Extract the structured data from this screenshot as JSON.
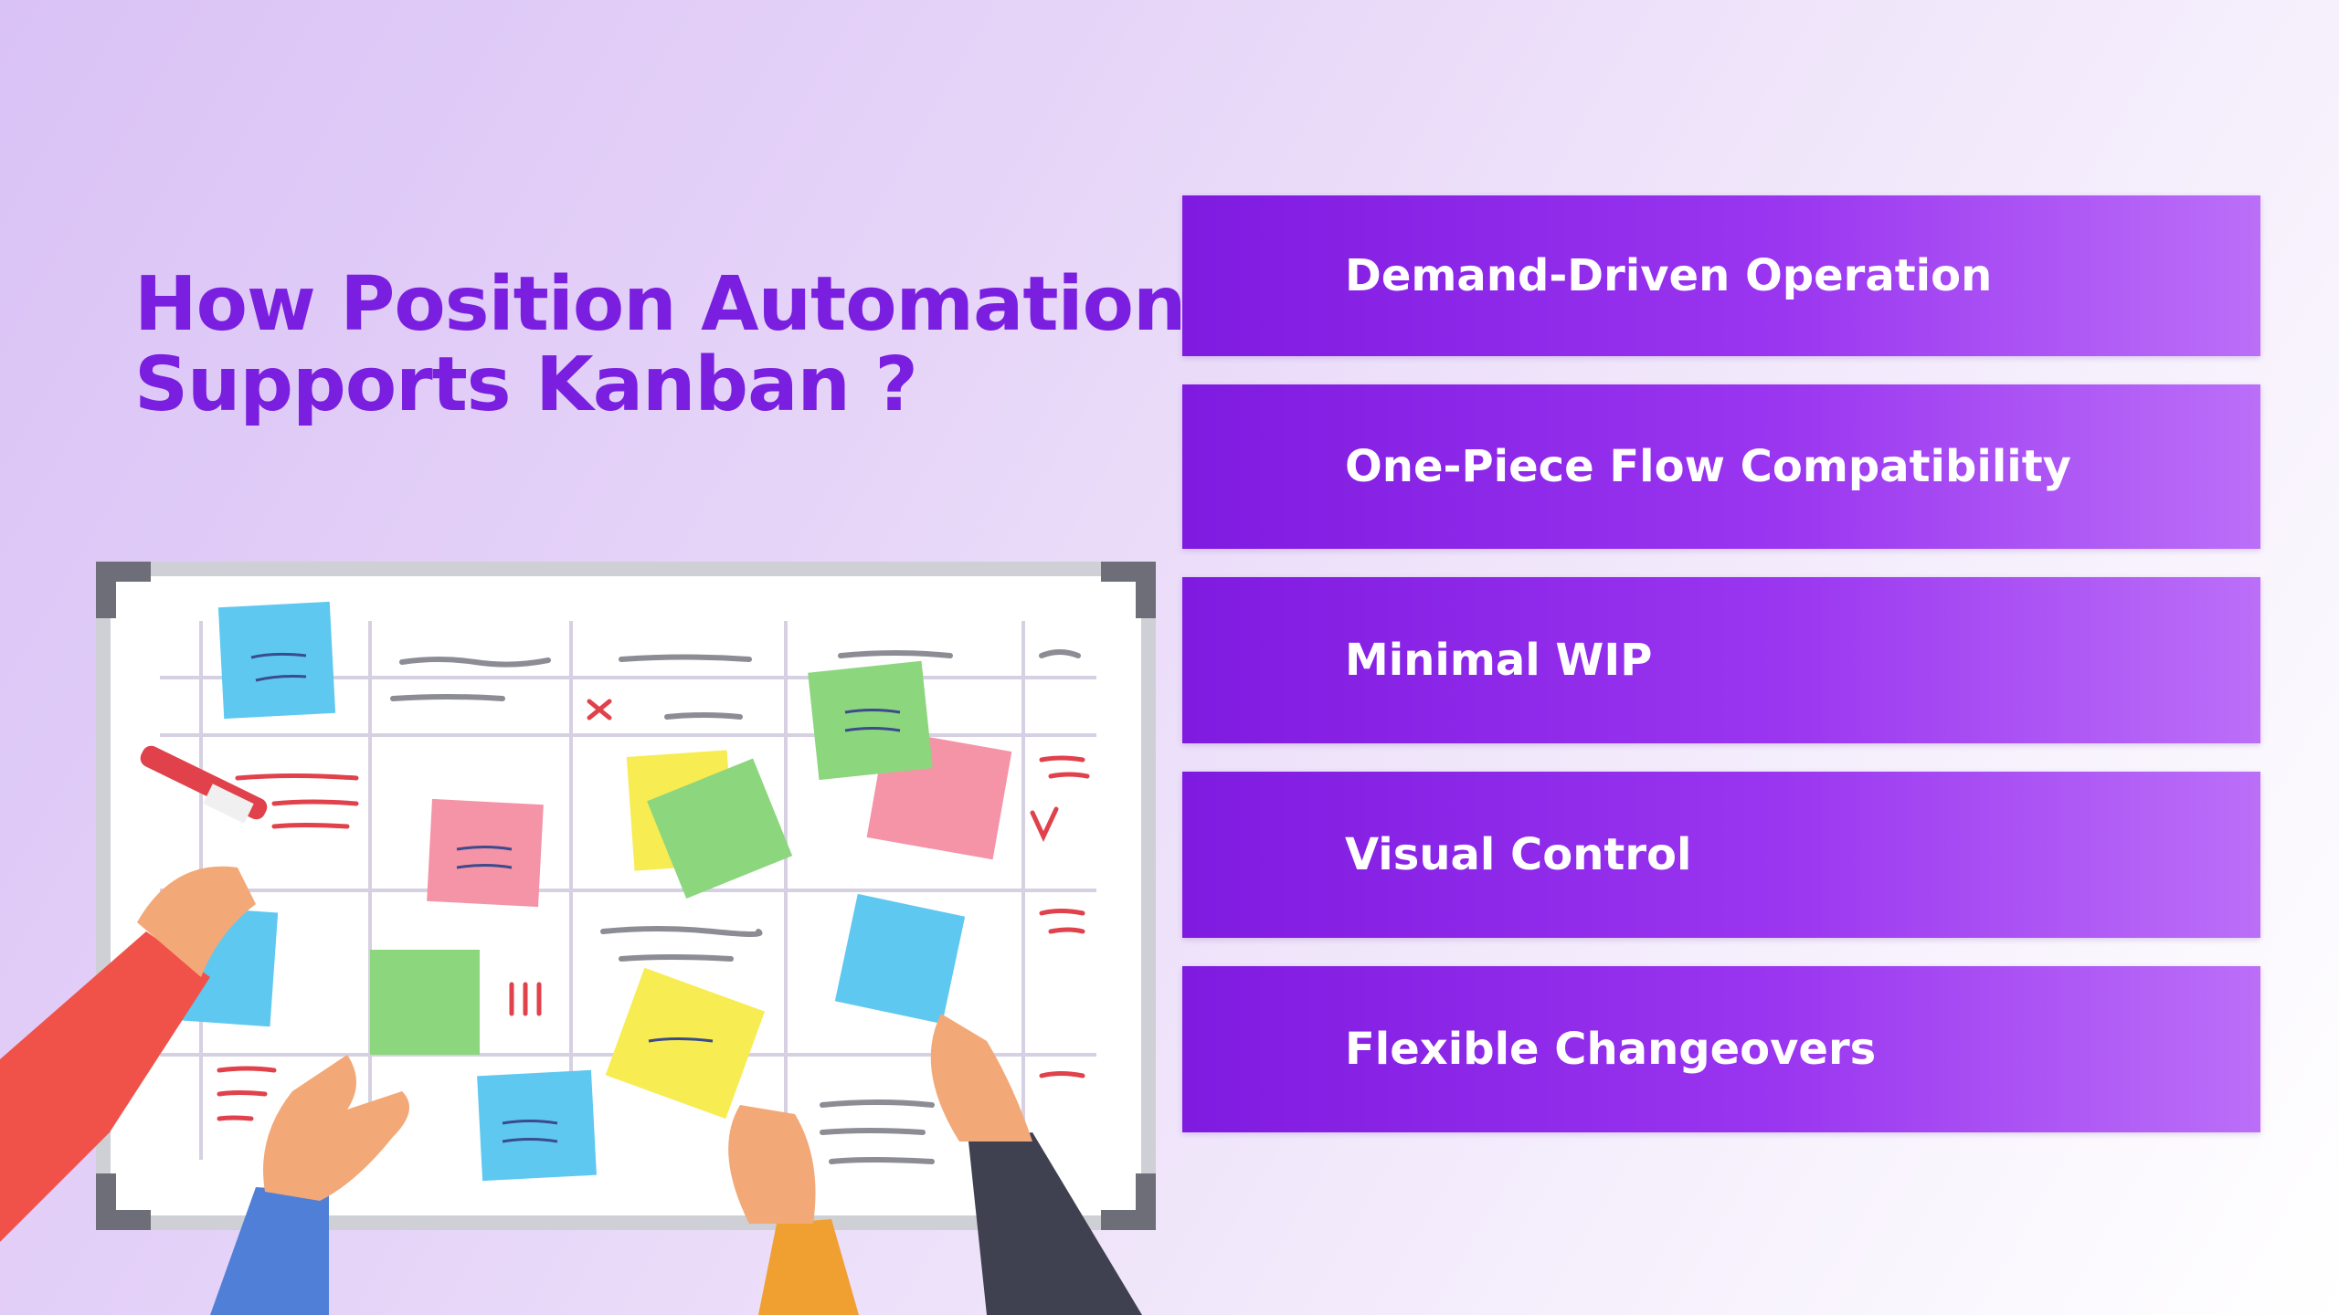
{
  "title": {
    "line1": "How Position Automation",
    "line2": "Supports Kanban ?"
  },
  "cards": [
    {
      "label": "Demand-Driven Operation"
    },
    {
      "label": "One-Piece Flow Compatibility"
    },
    {
      "label": "Minimal WIP"
    },
    {
      "label": "Visual Control"
    },
    {
      "label": "Flexible Changeovers"
    }
  ],
  "colors": {
    "title": "#7a1fe0",
    "card_start": "#7f1ae0",
    "card_end": "#bb6ff8",
    "note_blue": "#5ec8f0",
    "note_pink": "#f593a7",
    "note_green": "#8cd67e",
    "note_yellow": "#f7ec52"
  },
  "illustration": {
    "icon": "kanban-whiteboard-icon"
  }
}
